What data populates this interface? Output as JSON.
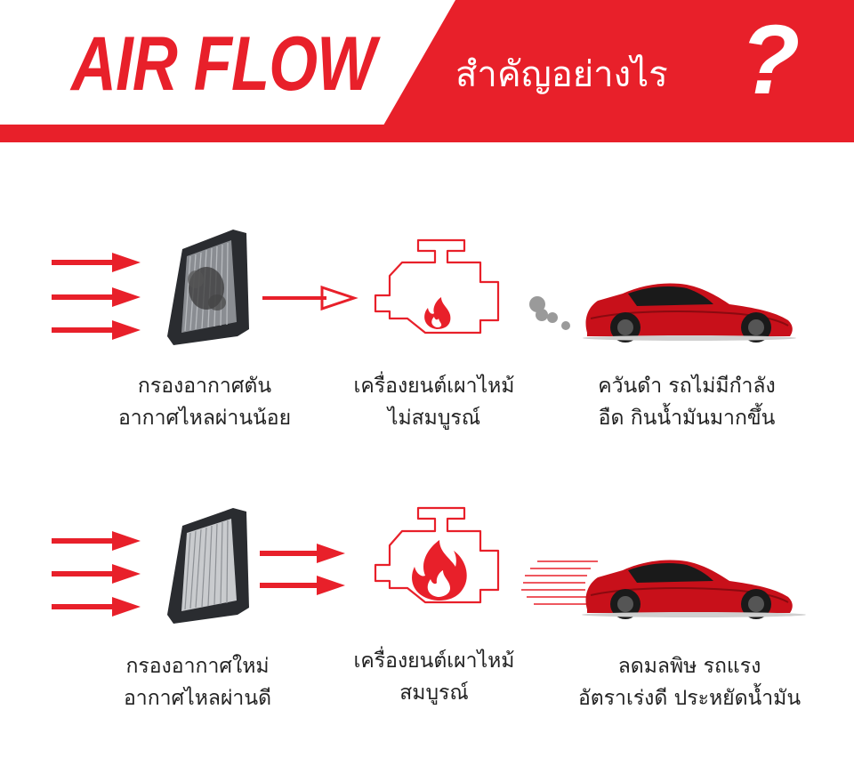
{
  "header": {
    "title_en": "AIR FLOW",
    "title_th": "สำคัญอย่างไร",
    "title_mark": "?",
    "colors": {
      "red": "#e8202a",
      "white": "#ffffff"
    }
  },
  "rows": [
    {
      "state": "clogged",
      "filter_caption": [
        "กรองอากาศตัน",
        "อากาศไหลผ่านน้อย"
      ],
      "engine_caption": [
        "เครื่องยนต์เผาไหม้",
        "ไม่สมบูรณ์"
      ],
      "car_caption": [
        "ควันดำ รถไม่มีกำลัง",
        "อืด กินน้ำมันมากขึ้น"
      ]
    },
    {
      "state": "clean",
      "filter_caption": [
        "กรองอากาศใหม่",
        "อากาศไหลผ่านดี"
      ],
      "engine_caption": [
        "เครื่องยนต์เผาไหม้",
        "สมบูรณ์"
      ],
      "car_caption": [
        "ลดมลพิษ รถแรง",
        "อัตราเร่งดี ประหยัดน้ำมัน"
      ]
    }
  ],
  "icons": {
    "intake_arrows": "red-arrow-icon",
    "filter": "air-filter-icon",
    "engine": "engine-icon",
    "flame": "flame-icon",
    "smoke": "smoke-icon",
    "car": "sports-car-icon",
    "speed_lines": "speed-lines-icon"
  }
}
